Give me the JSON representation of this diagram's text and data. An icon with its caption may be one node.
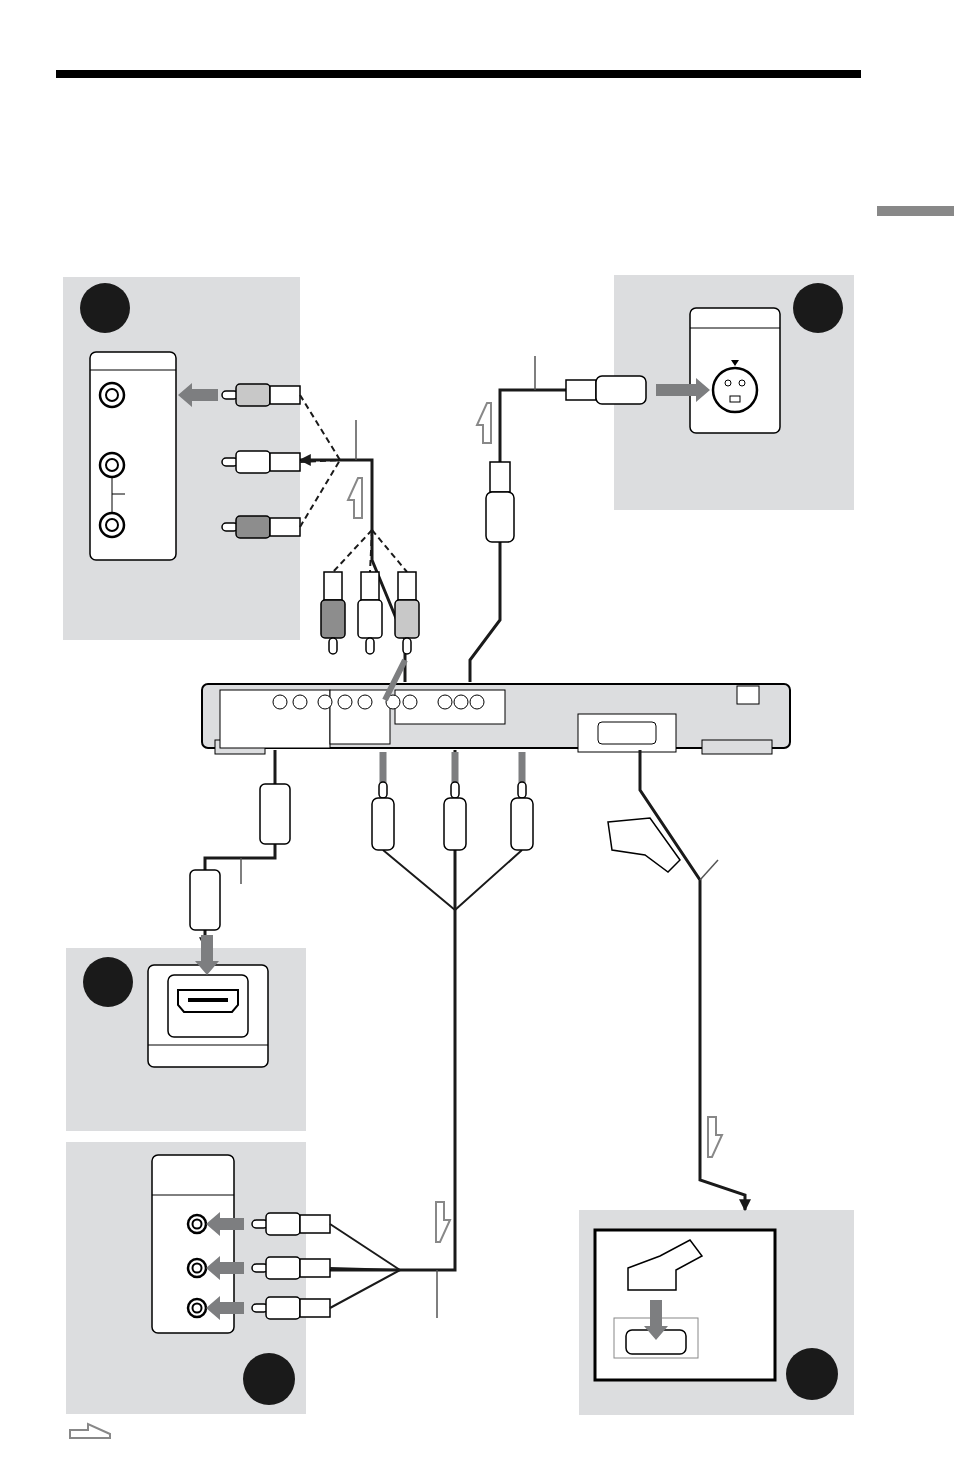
{
  "diagram": {
    "nodes": [
      {
        "text": [],
        "shape": "box"
      },
      {
        "text": [],
        "shape": "box"
      },
      {
        "text": [],
        "shape": "picture"
      },
      {
        "text": [],
        "shape": "box"
      },
      {
        "text": [],
        "shape": "box"
      },
      {
        "text": [],
        "shape": "box"
      },
      {
        "text": [],
        "shape": "circle",
        "in": 0
      },
      {
        "text": [],
        "shape": "circle",
        "in": 1
      },
      {
        "text": [],
        "shape": "circle",
        "in": 3
      },
      {
        "text": [],
        "shape": "circle",
        "in": 4
      },
      {
        "text": [],
        "shape": "circle",
        "in": 5
      }
    ],
    "edges": [
      {
        "from": 2,
        "to": 0,
        "arrow": "to"
      },
      {
        "from": 2,
        "to": 1,
        "arrow": "to"
      },
      {
        "from": 2,
        "to": 3,
        "arrow": "to"
      },
      {
        "from": 2,
        "to": 4,
        "arrow": "to"
      },
      {
        "from": 2,
        "to": 5,
        "arrow": "to"
      }
    ]
  }
}
